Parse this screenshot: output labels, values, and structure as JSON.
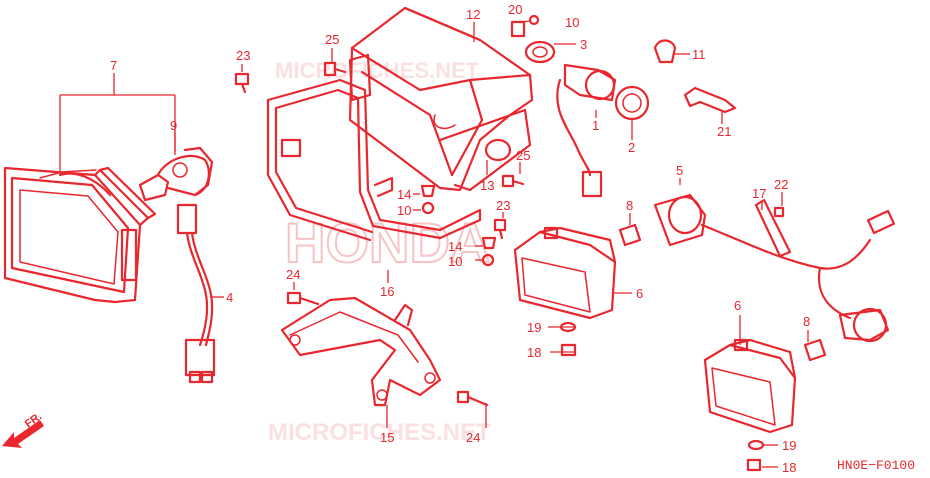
{
  "diagram": {
    "code": "HN0E−F0100",
    "front_marker": "FR.",
    "watermarks": [
      "MICROFICHES.NET",
      "HONDA",
      "MICROFICHES.NET"
    ],
    "colors": {
      "ink": "#e8272e",
      "watermark": "#f7c4c6",
      "background": "#ffffff"
    },
    "callouts": {
      "c1": "1",
      "c2": "2",
      "c3": "3",
      "c4": "4",
      "c5": "5",
      "c6a": "6",
      "c6b": "6",
      "c7": "7",
      "c8a": "8",
      "c8b": "8",
      "c9": "9",
      "c10a": "10",
      "c10b": "10",
      "c10c": "10",
      "c11": "11",
      "c12": "12",
      "c13": "13",
      "c14a": "14",
      "c14b": "14",
      "c15": "15",
      "c16": "16",
      "c17": "17",
      "c18a": "18",
      "c18b": "18",
      "c19a": "19",
      "c19b": "19",
      "c20": "20",
      "c21": "21",
      "c22": "22",
      "c23a": "23",
      "c23b": "23",
      "c24a": "24",
      "c24b": "24",
      "c25a": "25",
      "c25b": "25"
    }
  }
}
